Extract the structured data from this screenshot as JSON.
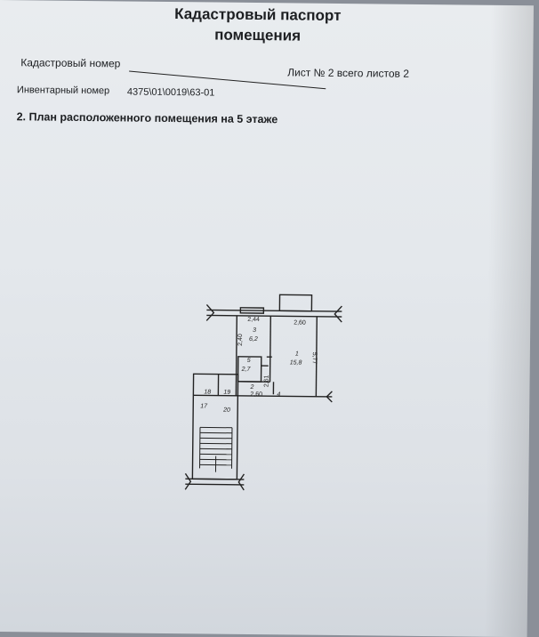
{
  "header": {
    "title_line1": "Кадастровый паспорт",
    "title_line2": "помещения"
  },
  "fields": {
    "cadastral_label": "Кадастровый номер",
    "sheet_info": "Лист № 2 всего листов 2",
    "inventory_label": "Инвентарный номер",
    "inventory_value": "4375\\01\\0019\\63-01"
  },
  "section": {
    "heading": "2. План расположенного помещения на 5 этаже"
  },
  "plan": {
    "dims": {
      "top_left": "2,44",
      "top_right": "2,60",
      "left_vert": "2,40",
      "right_vert": "5,77",
      "mid_vert": "2,61",
      "bottom": "2,60"
    },
    "rooms": [
      {
        "num": "3",
        "area": "6,2"
      },
      {
        "num": "1",
        "area": "15,8"
      },
      {
        "num": "5",
        "area": "2,7"
      },
      {
        "num": "2",
        "area": "4"
      }
    ],
    "stair_labels": [
      "18",
      "19",
      "17",
      "20"
    ]
  }
}
